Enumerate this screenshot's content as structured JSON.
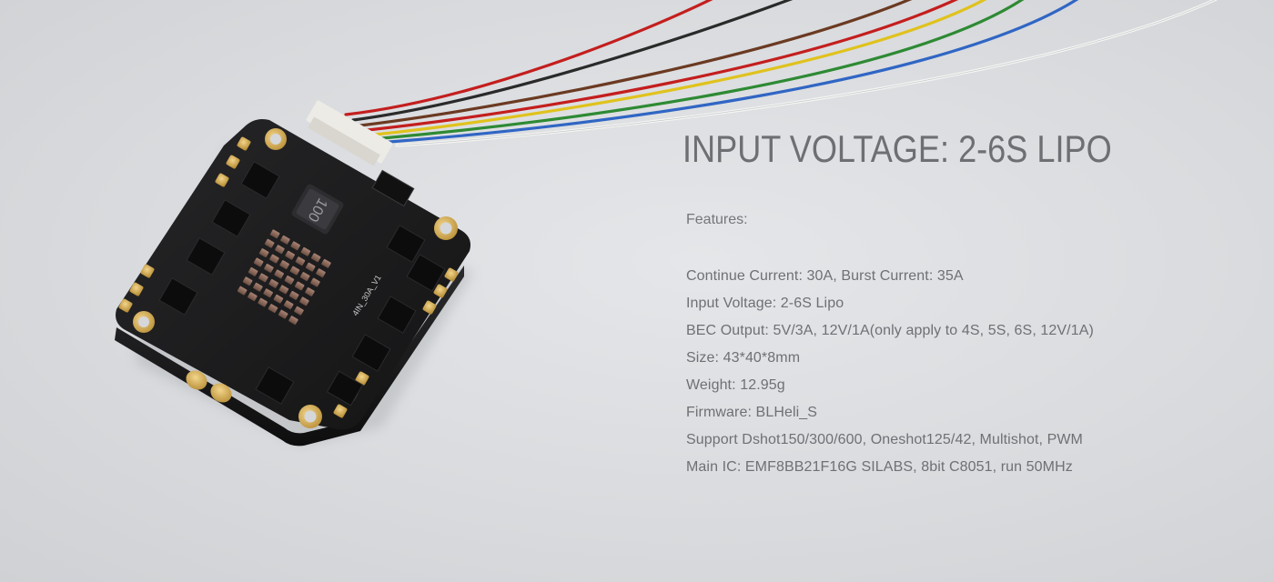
{
  "headline": "INPUT VOLTAGE: 2-6S LIPO",
  "features": {
    "heading": "Features:",
    "items": [
      "Continue Current: 30A, Burst Current: 35A",
      "Input Voltage: 2-6S Lipo",
      "BEC Output: 5V/3A, 12V/1A(only apply to 4S, 5S, 6S, 12V/1A)",
      "Size: 43*40*8mm",
      "Weight: 12.95g",
      "Firmware: BLHeli_S",
      "Support Dshot150/300/600, Oneshot125/42, Multishot, PWM",
      "Main IC: EMF8BB21F16G SILABS, 8bit C8051, run 50MHz"
    ]
  },
  "colors": {
    "background": "#dcdee1",
    "headline_text": "#6d6f72",
    "body_text": "#6e7073",
    "pcb": "#1b1b1c",
    "gold_pad": "#d9b45a",
    "capacitor": "#8a6a5c"
  },
  "image": {
    "board_marking": "4IN_30A_V1",
    "inductor_marking": "100"
  }
}
